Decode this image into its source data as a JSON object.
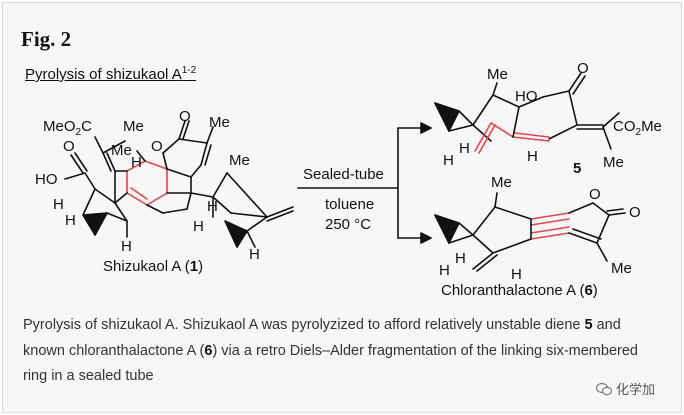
{
  "figure": {
    "label": "Fig. 2",
    "scheme_title": "Pyrolysis of shizukaol A",
    "scheme_title_ref": "1-2"
  },
  "reactant": {
    "name": "Shizukaol A",
    "number": "1",
    "labels": {
      "meo2c": "MeO",
      "meo2c_sub": "2",
      "meo2c_c": "C",
      "me_top": "Me",
      "me_lactone": "Me",
      "me_inner": "Me",
      "me_right": "Me",
      "ho": "HO",
      "h1": "H",
      "h2": "H",
      "h3": "H",
      "h4": "H",
      "h5": "H",
      "h6": "H",
      "h7": "H",
      "o_ketone": "O",
      "o_lactone1": "O",
      "o_lactone2": "O"
    }
  },
  "conditions": {
    "top": "Sealed-tube",
    "solvent": "toluene",
    "temperature": "250 °C"
  },
  "product_diene": {
    "number": "5",
    "labels": {
      "me": "Me",
      "ho": "HO",
      "o": "O",
      "co2me": "CO",
      "co2me_sub": "2",
      "co2me_tail": "Me",
      "me_bottom": "Me",
      "h1": "H",
      "h2": "H",
      "h3": "H"
    }
  },
  "product_lactone": {
    "name": "Chloranthalactone A",
    "number": "6",
    "labels": {
      "me": "Me",
      "o1": "O",
      "o2": "O",
      "me_right": "Me",
      "h1": "H",
      "h2": "H",
      "h3": "H"
    }
  },
  "caption": {
    "part1": "Pyrolysis of shizukaol A. Shizukaol A was pyrolyzized to afford relatively unstable diene ",
    "bold1": "5",
    "part2": " and known chloranthalactone A (",
    "bold2": "6",
    "part3": ") via a retro Diels–Alder fragmentation of the linking six-membered ring in a sealed tube"
  },
  "watermark": {
    "text": "化学加"
  },
  "colors": {
    "highlight": "#e0474c",
    "bond": "#111111"
  }
}
